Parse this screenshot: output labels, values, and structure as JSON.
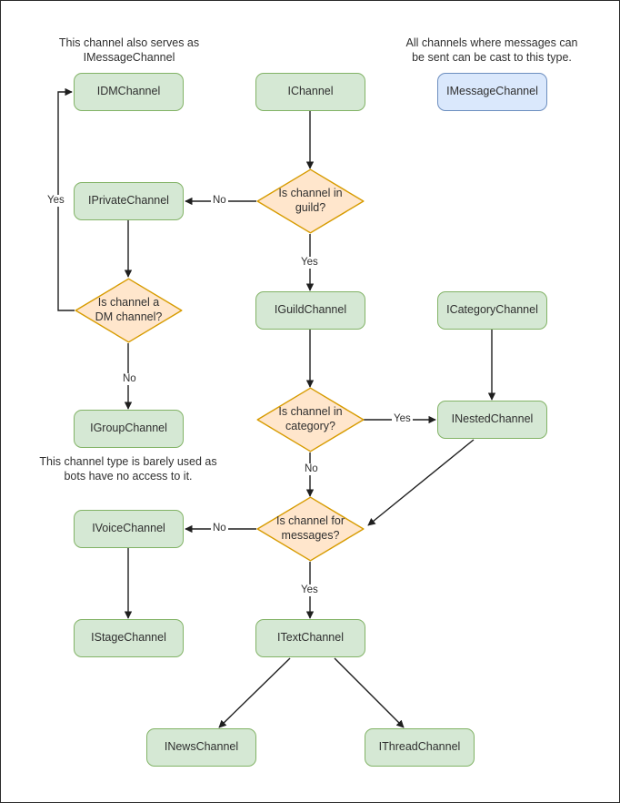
{
  "diagram": {
    "title": "Discord channel interface decision flowchart",
    "colors": {
      "node_green_fill": "#d5e8d4",
      "node_green_stroke": "#82b366",
      "node_blue_fill": "#dae8fc",
      "node_blue_stroke": "#6c8ebf",
      "decision_fill": "#ffe6cc",
      "decision_stroke": "#d79b00",
      "edge_stroke": "#1f1f1f",
      "text": "#2f2f2f",
      "frame": "#2b2b2b",
      "background": "#ffffff"
    },
    "notes": [
      {
        "id": "note-dm",
        "text": "This channel also serves as IMessageChannel"
      },
      {
        "id": "note-message",
        "text": "All channels where messages can be sent can be cast to this type."
      },
      {
        "id": "note-group",
        "text": "This channel type is barely used as bots have no access to it."
      }
    ],
    "nodes": [
      {
        "id": "idmchannel",
        "label": "IDMChannel",
        "type": "class",
        "style": "green"
      },
      {
        "id": "ichannel",
        "label": "IChannel",
        "type": "class",
        "style": "green"
      },
      {
        "id": "imessagechannel",
        "label": "IMessageChannel",
        "type": "class",
        "style": "blue"
      },
      {
        "id": "iprivatechannel",
        "label": "IPrivateChannel",
        "type": "class",
        "style": "green"
      },
      {
        "id": "iguildchannel",
        "label": "IGuildChannel",
        "type": "class",
        "style": "green"
      },
      {
        "id": "icategorychannel",
        "label": "ICategoryChannel",
        "type": "class",
        "style": "green"
      },
      {
        "id": "igroupchannel",
        "label": "IGroupChannel",
        "type": "class",
        "style": "green"
      },
      {
        "id": "inestedchannel",
        "label": "INestedChannel",
        "type": "class",
        "style": "green"
      },
      {
        "id": "ivoicechannel",
        "label": "IVoiceChannel",
        "type": "class",
        "style": "green"
      },
      {
        "id": "istagechannel",
        "label": "IStageChannel",
        "type": "class",
        "style": "green"
      },
      {
        "id": "itextchannel",
        "label": "ITextChannel",
        "type": "class",
        "style": "green"
      },
      {
        "id": "inewschannel",
        "label": "INewsChannel",
        "type": "class",
        "style": "green"
      },
      {
        "id": "ithreadchannel",
        "label": "IThreadChannel",
        "type": "class",
        "style": "green"
      }
    ],
    "decisions": [
      {
        "id": "d-guild",
        "line1": "Is channel in",
        "line2": "guild?"
      },
      {
        "id": "d-dm",
        "line1": "Is channel a",
        "line2": "DM channel?"
      },
      {
        "id": "d-category",
        "line1": "Is channel in",
        "line2": "category?"
      },
      {
        "id": "d-messages",
        "line1": "Is channel for",
        "line2": "messages?"
      }
    ],
    "edge_labels": [
      {
        "id": "lbl-guild-no",
        "text": "No"
      },
      {
        "id": "lbl-guild-yes",
        "text": "Yes"
      },
      {
        "id": "lbl-dm-yes",
        "text": "Yes"
      },
      {
        "id": "lbl-dm-no",
        "text": "No"
      },
      {
        "id": "lbl-category-yes",
        "text": "Yes"
      },
      {
        "id": "lbl-category-no",
        "text": "No"
      },
      {
        "id": "lbl-messages-no",
        "text": "No"
      },
      {
        "id": "lbl-messages-yes",
        "text": "Yes"
      }
    ],
    "edges": [
      {
        "from": "ichannel",
        "to": "d-guild",
        "label": ""
      },
      {
        "from": "d-guild",
        "to": "iprivatechannel",
        "label": "No"
      },
      {
        "from": "d-guild",
        "to": "iguildchannel",
        "label": "Yes"
      },
      {
        "from": "iprivatechannel",
        "to": "d-dm",
        "label": ""
      },
      {
        "from": "d-dm",
        "to": "idmchannel",
        "label": "Yes"
      },
      {
        "from": "d-dm",
        "to": "igroupchannel",
        "label": "No"
      },
      {
        "from": "iguildchannel",
        "to": "d-category",
        "label": ""
      },
      {
        "from": "d-category",
        "to": "inestedchannel",
        "label": "Yes"
      },
      {
        "from": "d-category",
        "to": "d-messages",
        "label": "No"
      },
      {
        "from": "icategorychannel",
        "to": "inestedchannel",
        "label": ""
      },
      {
        "from": "inestedchannel",
        "to": "d-messages",
        "label": ""
      },
      {
        "from": "d-messages",
        "to": "ivoicechannel",
        "label": "No"
      },
      {
        "from": "d-messages",
        "to": "itextchannel",
        "label": "Yes"
      },
      {
        "from": "ivoicechannel",
        "to": "istagechannel",
        "label": ""
      },
      {
        "from": "itextchannel",
        "to": "inewschannel",
        "label": ""
      },
      {
        "from": "itextchannel",
        "to": "ithreadchannel",
        "label": ""
      }
    ]
  }
}
